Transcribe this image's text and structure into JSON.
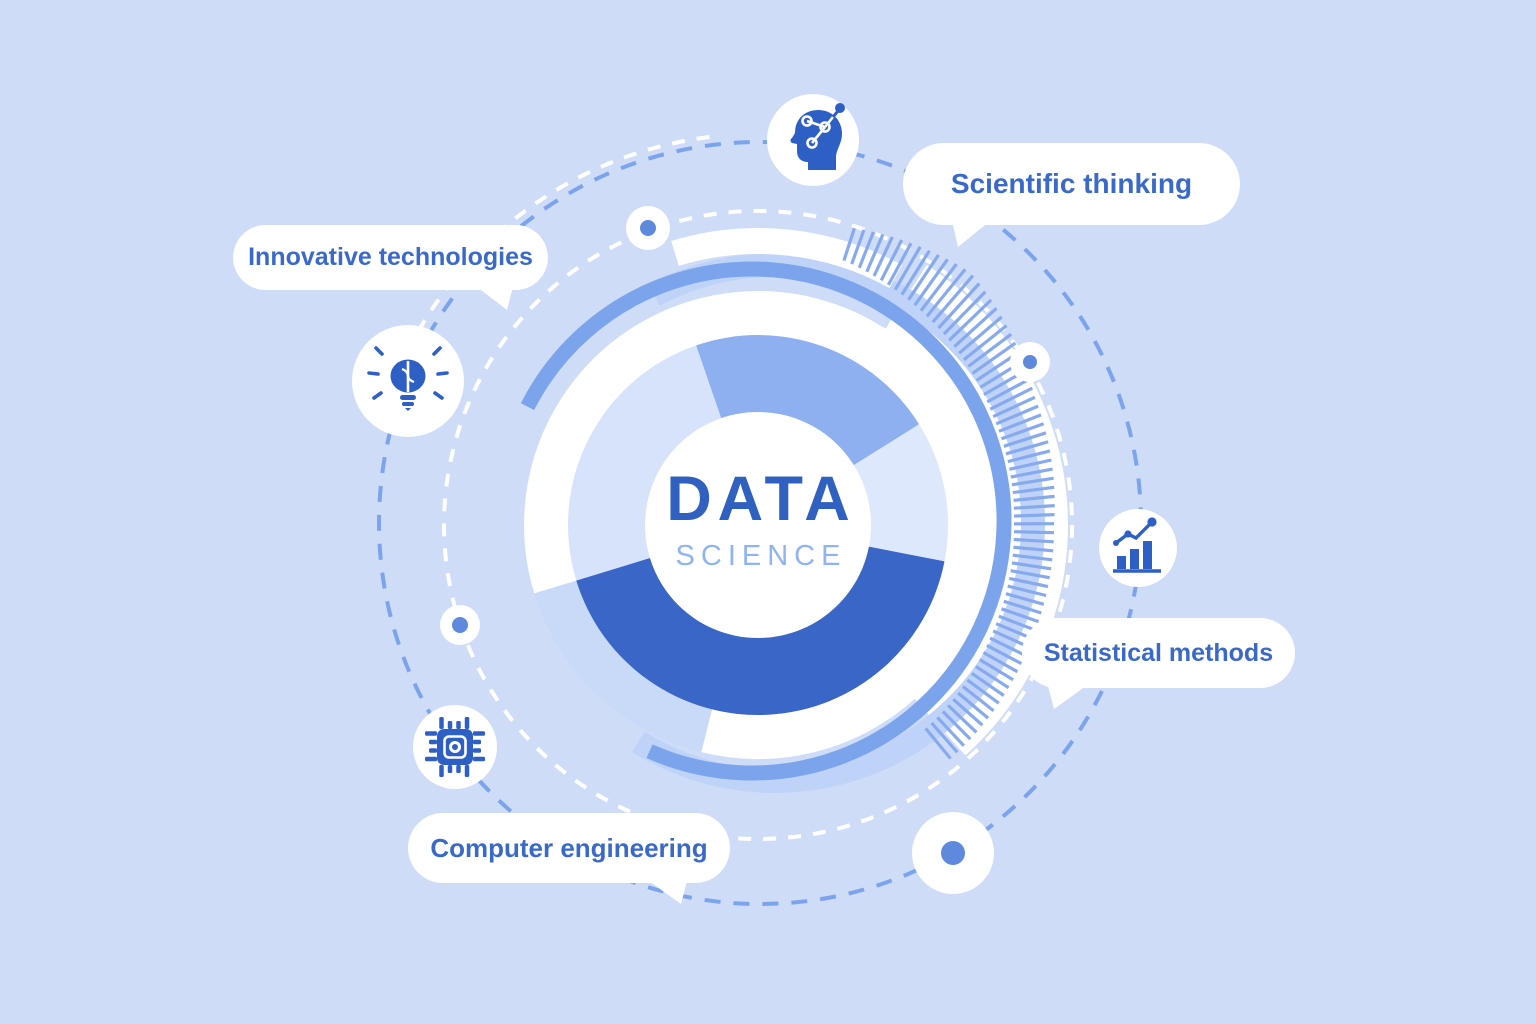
{
  "page": {
    "type": "infographic-diagram",
    "topic": "Data Science"
  },
  "center": {
    "title": "DATA",
    "subtitle": "SCIENCE"
  },
  "bubbles": [
    {
      "id": "scientific-thinking",
      "label": "Scientific thinking"
    },
    {
      "id": "innovative-technologies",
      "label": "Innovative technologies"
    },
    {
      "id": "statistical-methods",
      "label": "Statistical methods"
    },
    {
      "id": "computer-engineering",
      "label": "Computer engineering"
    }
  ],
  "icons": [
    {
      "name": "head-with-network-icon"
    },
    {
      "name": "brain-bulb-icon"
    },
    {
      "name": "bar-chart-icon"
    },
    {
      "name": "processor-chip-icon"
    }
  ],
  "colors": {
    "background": "#CEDCF8",
    "title_dark": "#3161C0",
    "subtitle_light": "#8FB4F2",
    "label_text": "#3A69C8",
    "icon_dark": "#2E5FC5",
    "dash_blue": "#7BA4EC",
    "dash_white": "#FFFFFF",
    "ring_gap_pale": "#C9DAF8",
    "arc_light": "#BFD3F8",
    "arc_medium": "#7CA4EC",
    "tick": "#86AAED",
    "node_dot": "#5F89DC",
    "white": "#FFFFFF"
  },
  "donut": {
    "type": "donut",
    "segments": [
      {
        "name": "top-medium-blue",
        "color": "#8EAFF0",
        "start_deg": 32,
        "end_deg": 109
      },
      {
        "name": "left-pale-blue",
        "color": "#D7E2FB",
        "start_deg": 109,
        "end_deg": 197
      },
      {
        "name": "bottom-dark-blue",
        "color": "#3A66C8",
        "start_deg": 197,
        "end_deg": 349
      },
      {
        "name": "right-pale-blue",
        "color": "#DEE8FD",
        "start_deg": 349,
        "end_deg": 392
      }
    ],
    "angle_convention": "degrees counterclockwise from east"
  },
  "orbit_nodes": [
    {
      "name": "orbit-node-top-left"
    },
    {
      "name": "orbit-node-right"
    },
    {
      "name": "orbit-node-left"
    },
    {
      "name": "orbit-node-bottom-right"
    }
  ]
}
